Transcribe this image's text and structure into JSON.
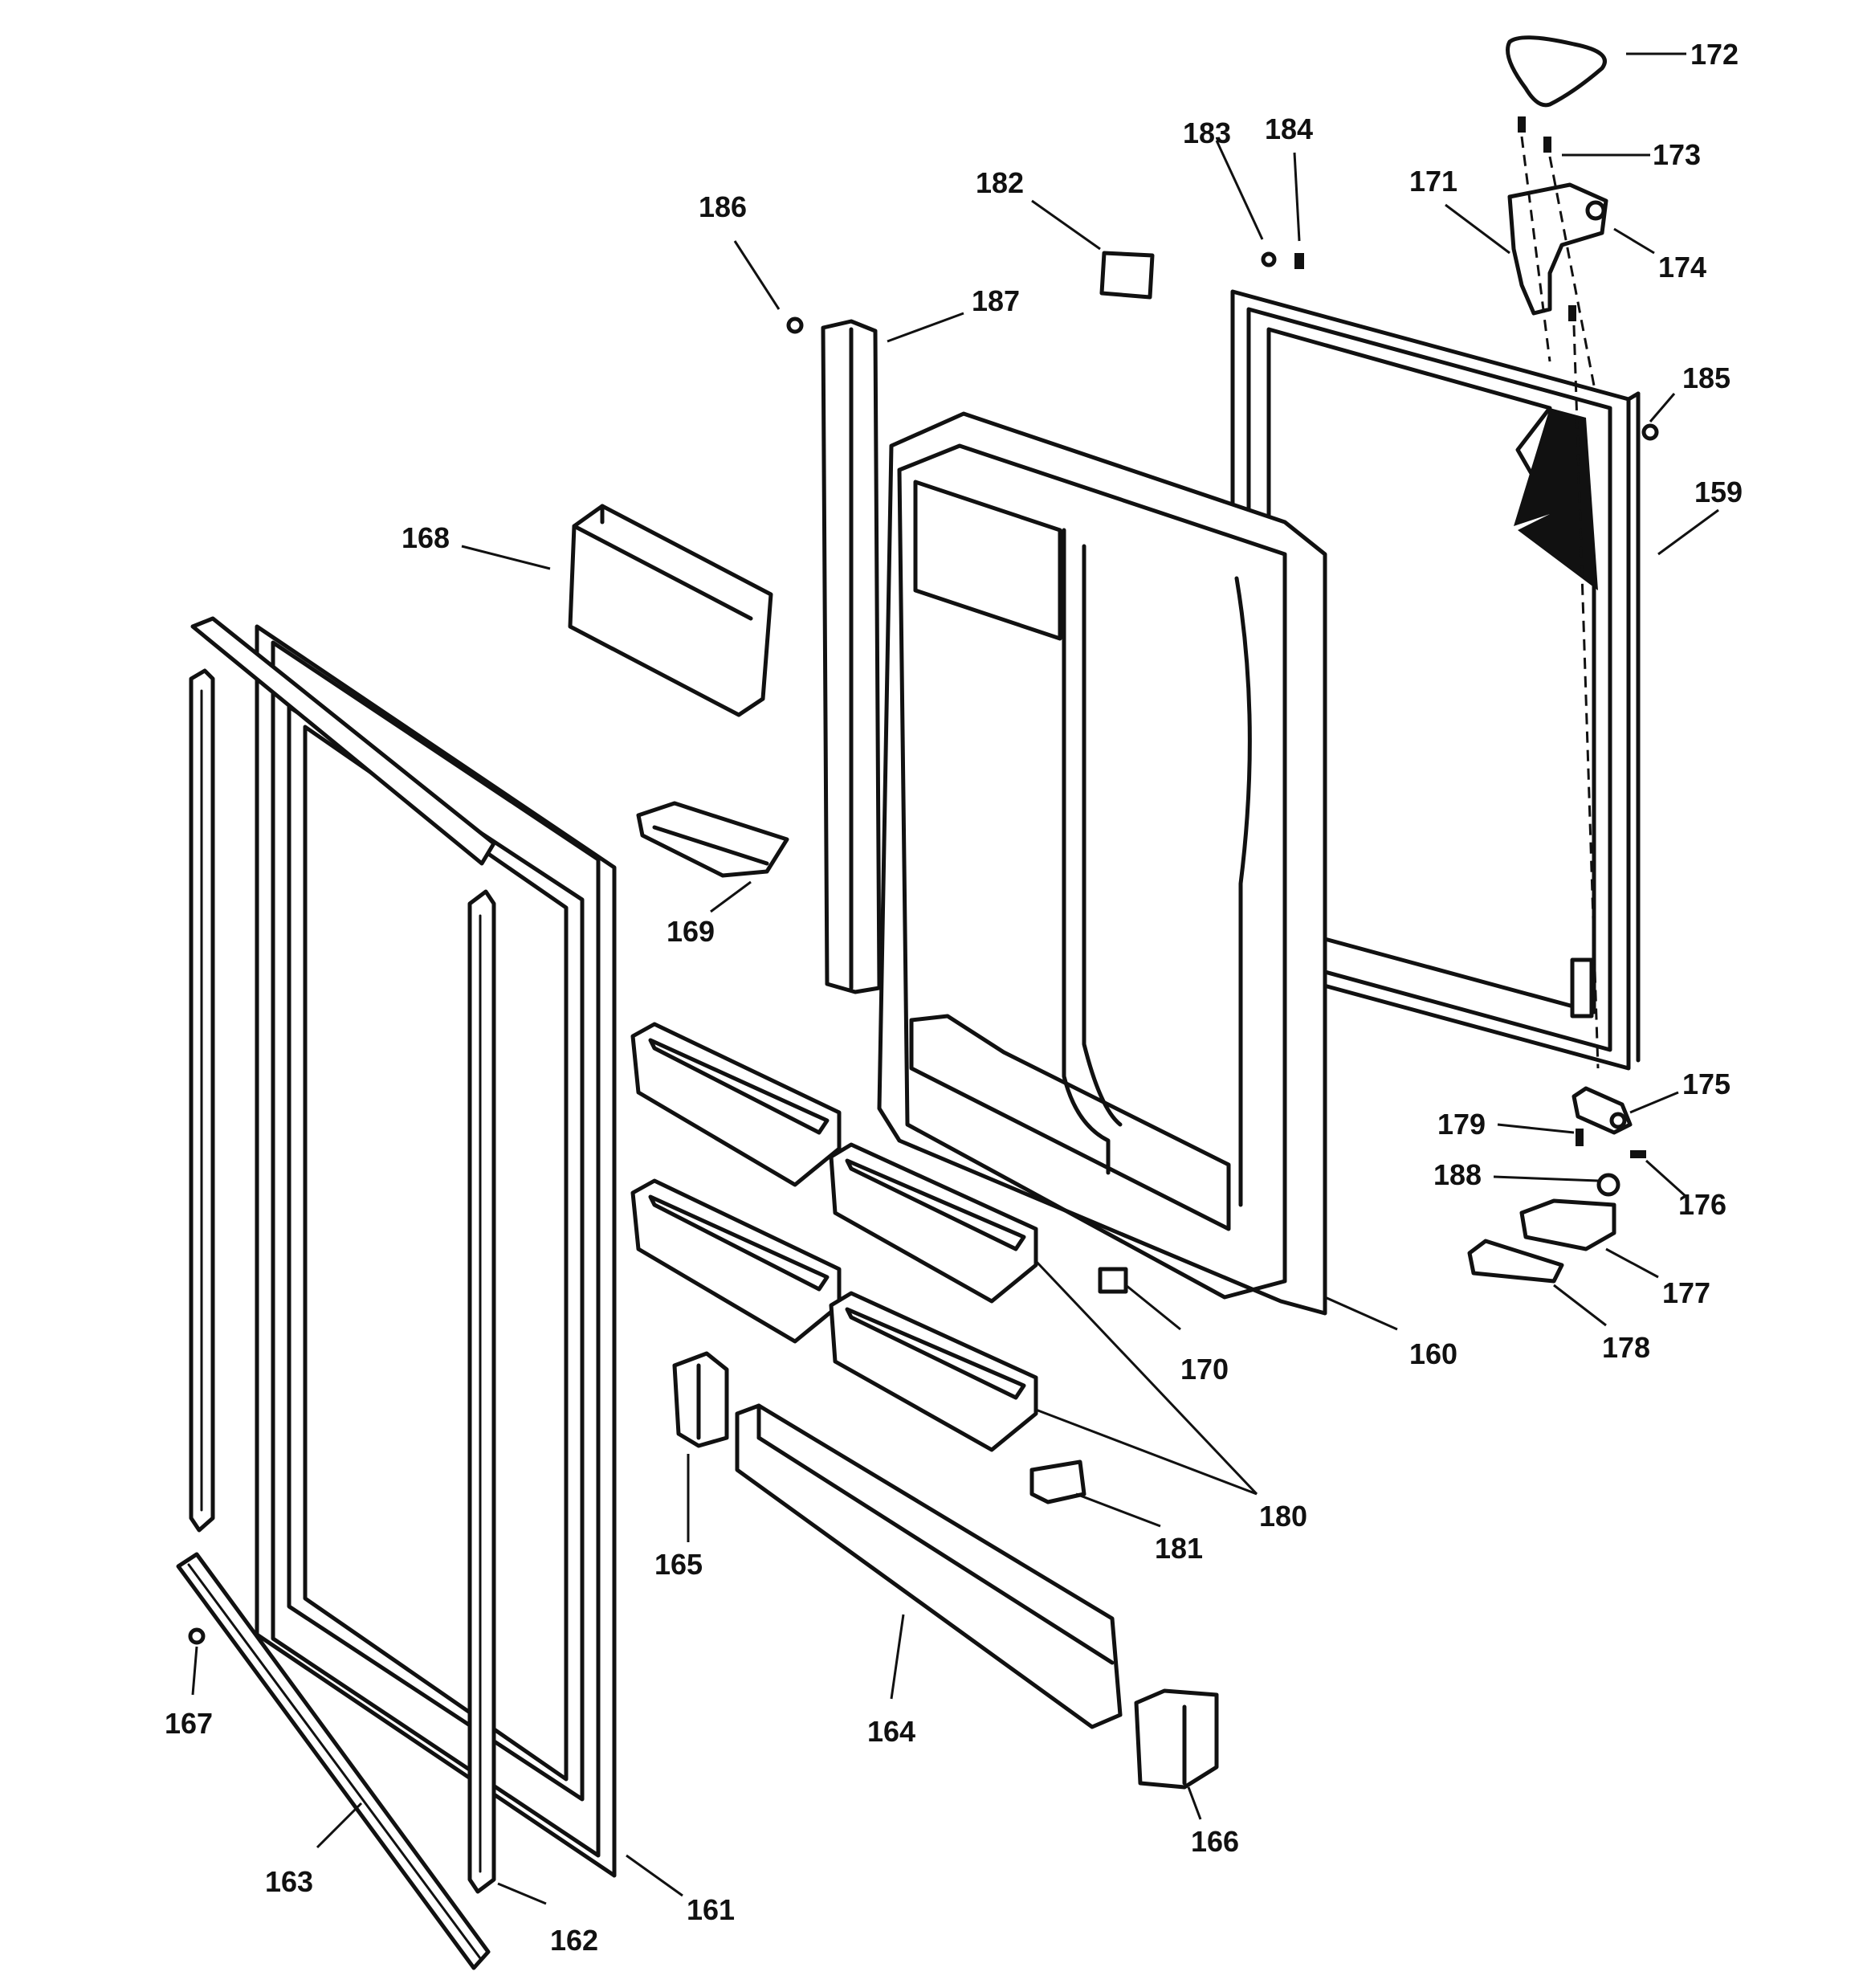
{
  "labels": {
    "p159": "159",
    "p160": "160",
    "p161": "161",
    "p162": "162",
    "p163": "163",
    "p164": "164",
    "p165": "165",
    "p166": "166",
    "p167": "167",
    "p168": "168",
    "p169": "169",
    "p170": "170",
    "p171": "171",
    "p172": "172",
    "p173": "173",
    "p174": "174",
    "p175": "175",
    "p176": "176",
    "p177": "177",
    "p178": "178",
    "p179": "179",
    "p180": "180",
    "p181": "181",
    "p182": "182",
    "p183": "183",
    "p184": "184",
    "p185": "185",
    "p186": "186",
    "p187": "187",
    "p188": "188"
  }
}
